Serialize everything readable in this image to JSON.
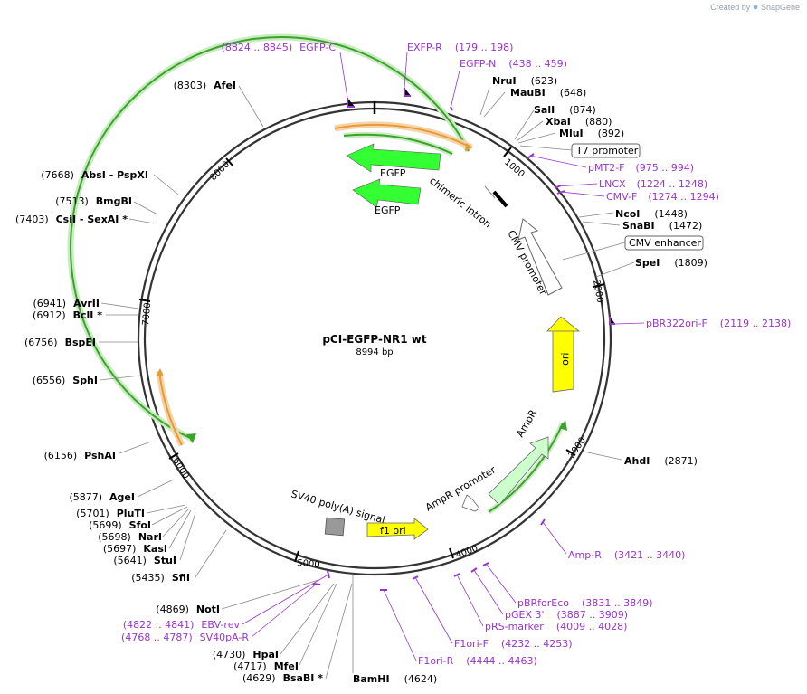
{
  "header": {
    "credit_prefix": "Created by",
    "credit_brand": "SnapGene"
  },
  "plasmid": {
    "name": "pCI-EGFP-NR1 wt",
    "length_bp": 8994,
    "length_label": "8994 bp"
  },
  "ruler": {
    "ticks": [
      "1000",
      "2000",
      "3000",
      "4000",
      "5000",
      "6000",
      "7000",
      "8000"
    ]
  },
  "sites": [
    {
      "name": "NruI",
      "pos": "(623)",
      "side": "R",
      "star": false
    },
    {
      "name": "MauBI",
      "pos": "(648)",
      "side": "R",
      "star": false
    },
    {
      "name": "SalI",
      "pos": "(874)",
      "side": "R",
      "star": false
    },
    {
      "name": "XbaI",
      "pos": "(880)",
      "side": "R",
      "star": false
    },
    {
      "name": "MluI",
      "pos": "(892)",
      "side": "R",
      "star": false
    },
    {
      "name": "NcoI",
      "pos": "(1448)",
      "side": "R",
      "star": false
    },
    {
      "name": "SnaBI",
      "pos": "(1472)",
      "side": "R",
      "star": false
    },
    {
      "name": "SpeI",
      "pos": "(1809)",
      "side": "R",
      "star": false
    },
    {
      "name": "AhdI",
      "pos": "(2871)",
      "side": "R",
      "star": false
    },
    {
      "name": "BamHI",
      "pos": "(4624)",
      "side": "R",
      "star": false
    },
    {
      "name": "BsaBI",
      "pos": "(4629)",
      "side": "L",
      "star": true
    },
    {
      "name": "MfeI",
      "pos": "(4717)",
      "side": "L",
      "star": false
    },
    {
      "name": "HpaI",
      "pos": "(4730)",
      "side": "L",
      "star": false
    },
    {
      "name": "NotI",
      "pos": "(4869)",
      "side": "L",
      "star": false
    },
    {
      "name": "SfiI",
      "pos": "(5435)",
      "side": "L",
      "star": false
    },
    {
      "name": "StuI",
      "pos": "(5641)",
      "side": "L",
      "star": false
    },
    {
      "name": "KasI",
      "pos": "(5697)",
      "side": "L",
      "star": false
    },
    {
      "name": "NarI",
      "pos": "(5698)",
      "side": "L",
      "star": false
    },
    {
      "name": "SfoI",
      "pos": "(5699)",
      "side": "L",
      "star": false
    },
    {
      "name": "PluTI",
      "pos": "(5701)",
      "side": "L",
      "star": false
    },
    {
      "name": "AgeI",
      "pos": "(5877)",
      "side": "L",
      "star": false
    },
    {
      "name": "PshAI",
      "pos": "(6156)",
      "side": "L",
      "star": false
    },
    {
      "name": "SphI",
      "pos": "(6556)",
      "side": "L",
      "star": false
    },
    {
      "name": "BspEI",
      "pos": "(6756)",
      "side": "L",
      "star": false
    },
    {
      "name": "BclI",
      "pos": "(6912)",
      "side": "L",
      "star": true
    },
    {
      "name": "AvrII",
      "pos": "(6941)",
      "side": "L",
      "star": false
    },
    {
      "name": "CsiI - SexAI",
      "pos": "(7403)",
      "side": "L",
      "star": true
    },
    {
      "name": "BmgBI",
      "pos": "(7513)",
      "side": "L",
      "star": false
    },
    {
      "name": "AbsI - PspXI",
      "pos": "(7668)",
      "side": "L",
      "star": false
    },
    {
      "name": "AfeI",
      "pos": "(8303)",
      "side": "L",
      "star": false
    }
  ],
  "primers": [
    {
      "name": "EGFP-C",
      "range": "(8824 .. 8845)"
    },
    {
      "name": "EXFP-R",
      "range": "(179 .. 198)"
    },
    {
      "name": "EGFP-N",
      "range": "(438 .. 459)"
    },
    {
      "name": "pMT2-F",
      "range": "(975 .. 994)"
    },
    {
      "name": "LNCX",
      "range": "(1224 .. 1248)"
    },
    {
      "name": "CMV-F",
      "range": "(1274 .. 1294)"
    },
    {
      "name": "pBR322ori-F",
      "range": "(2119 .. 2138)"
    },
    {
      "name": "Amp-R",
      "range": "(3421 .. 3440)"
    },
    {
      "name": "pBRforEco",
      "range": "(3831 .. 3849)"
    },
    {
      "name": "pGEX 3'",
      "range": "(3887 .. 3909)"
    },
    {
      "name": "pRS-marker",
      "range": "(4009 .. 4028)"
    },
    {
      "name": "F1ori-F",
      "range": "(4232 .. 4253)"
    },
    {
      "name": "F1ori-R",
      "range": "(4444 .. 4463)"
    },
    {
      "name": "EBV-rev",
      "range": "(4822 .. 4841)"
    },
    {
      "name": "SV40pA-R",
      "range": "(4768 .. 4787)"
    }
  ],
  "features": {
    "t7_promoter": "T7 promoter",
    "cmv_enhancer": "CMV enhancer",
    "cmv_promoter": "CMV promoter",
    "chimeric_intron": "chimeric intron",
    "egfp_1": "EGFP",
    "egfp_2": "EGFP",
    "ori": "ori",
    "ampr": "AmpR",
    "ampr_promoter": "AmpR promoter",
    "f1_ori": "f1 ori",
    "sv40_polya": "SV40 poly(A) signal"
  },
  "colors": {
    "backbone": "#333333",
    "egfp": "#33ff33",
    "ori": "#ffff00",
    "ampr": "#ccffcc",
    "primer": "#9933cc",
    "orf_orange": "#e69b3a",
    "orf_green": "#3aa32a"
  }
}
